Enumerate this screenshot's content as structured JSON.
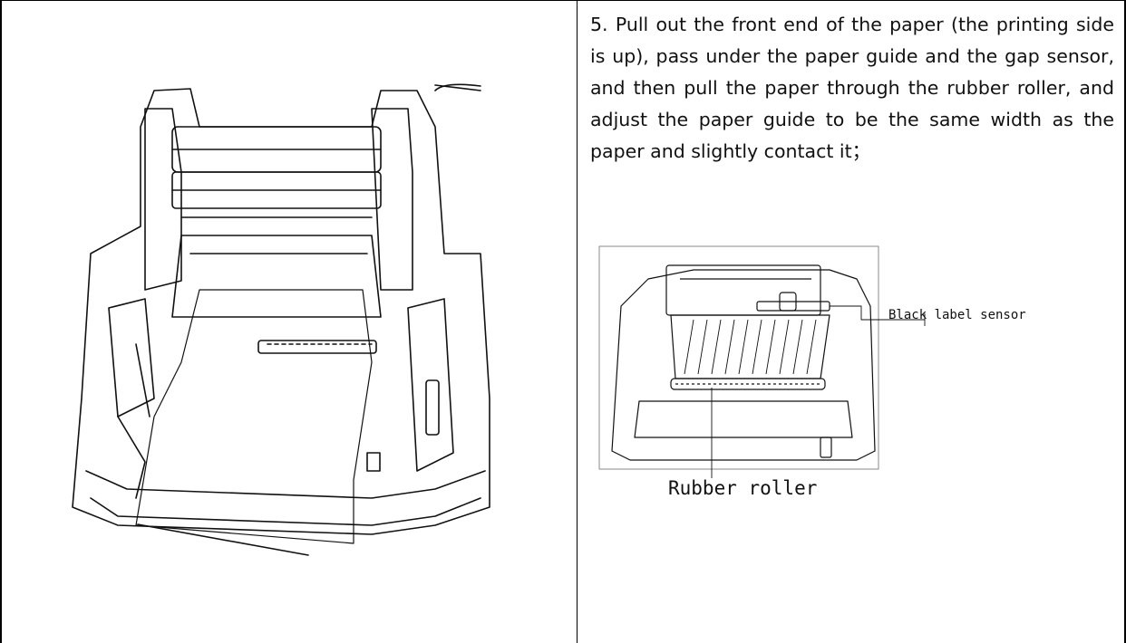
{
  "step": {
    "text": "5. Pull out the front end of the paper (the printing side is up), pass under the paper guide and the gap sensor, and then pull the paper through the rubber roller, and adjust the paper guide to be the same width as the paper and slightly contact it；"
  },
  "detail": {
    "black_label_sensor": "Black label sensor",
    "rubber_roller": "Rubber roller"
  }
}
